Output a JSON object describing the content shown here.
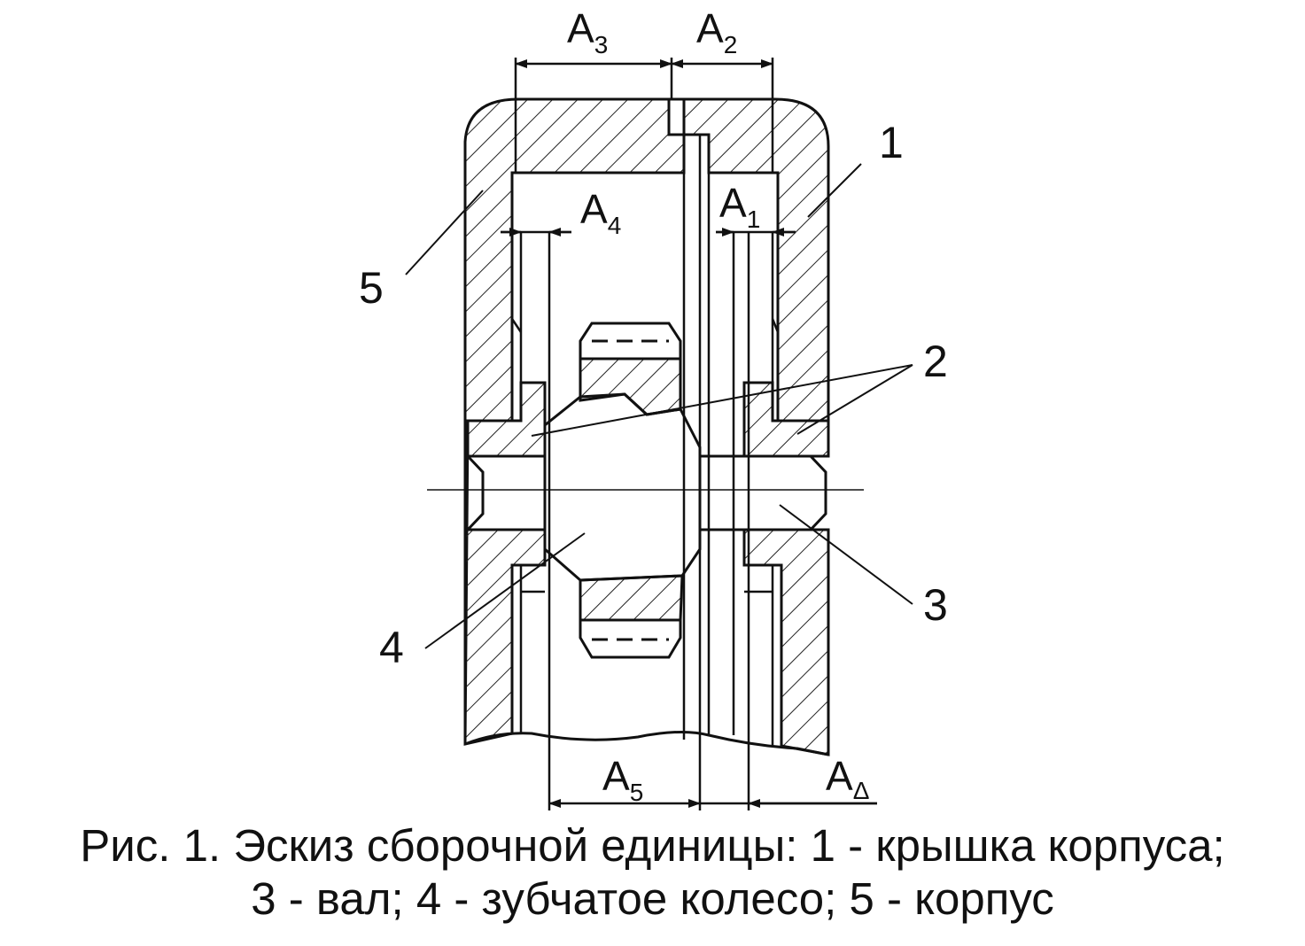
{
  "dimensions": {
    "a1": {
      "letter": "A",
      "sub": "1"
    },
    "a2": {
      "letter": "A",
      "sub": "2"
    },
    "a3": {
      "letter": "A",
      "sub": "3"
    },
    "a4": {
      "letter": "A",
      "sub": "4"
    },
    "a5": {
      "letter": "A",
      "sub": "5"
    },
    "a_delta": {
      "letter": "A",
      "sub": "Δ"
    }
  },
  "parts": {
    "p1": "1",
    "p2": "2",
    "p3": "3",
    "p4": "4",
    "p5": "5"
  },
  "caption": {
    "line1": "Рис. 1. Эскиз сборочной единицы: 1 - крышка корпуса;",
    "line2": "3 - вал; 4 - зубчатое колесо; 5 - корпус"
  }
}
